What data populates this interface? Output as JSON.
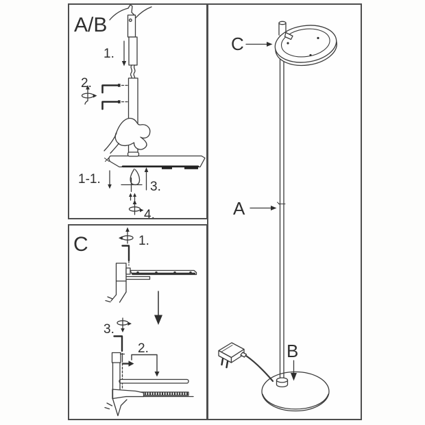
{
  "document": {
    "type": "floor-lamp-assembly-instructions",
    "colors": {
      "ink": "#3a3a3a",
      "dark": "#222222",
      "panel_border": "#4d4d4d",
      "background": "#fdfdfc"
    }
  },
  "panel_ab": {
    "title": "A/B",
    "step_1": "1.",
    "step_2": "2.",
    "step_1_1": "1-1.",
    "step_3": "3.",
    "step_4": "4."
  },
  "panel_c": {
    "title": "C",
    "step_1": "1.",
    "step_2": "2.",
    "step_3": "3."
  },
  "assembled_lamp": {
    "label_head": "C",
    "label_pole": "A",
    "label_base": "B"
  }
}
